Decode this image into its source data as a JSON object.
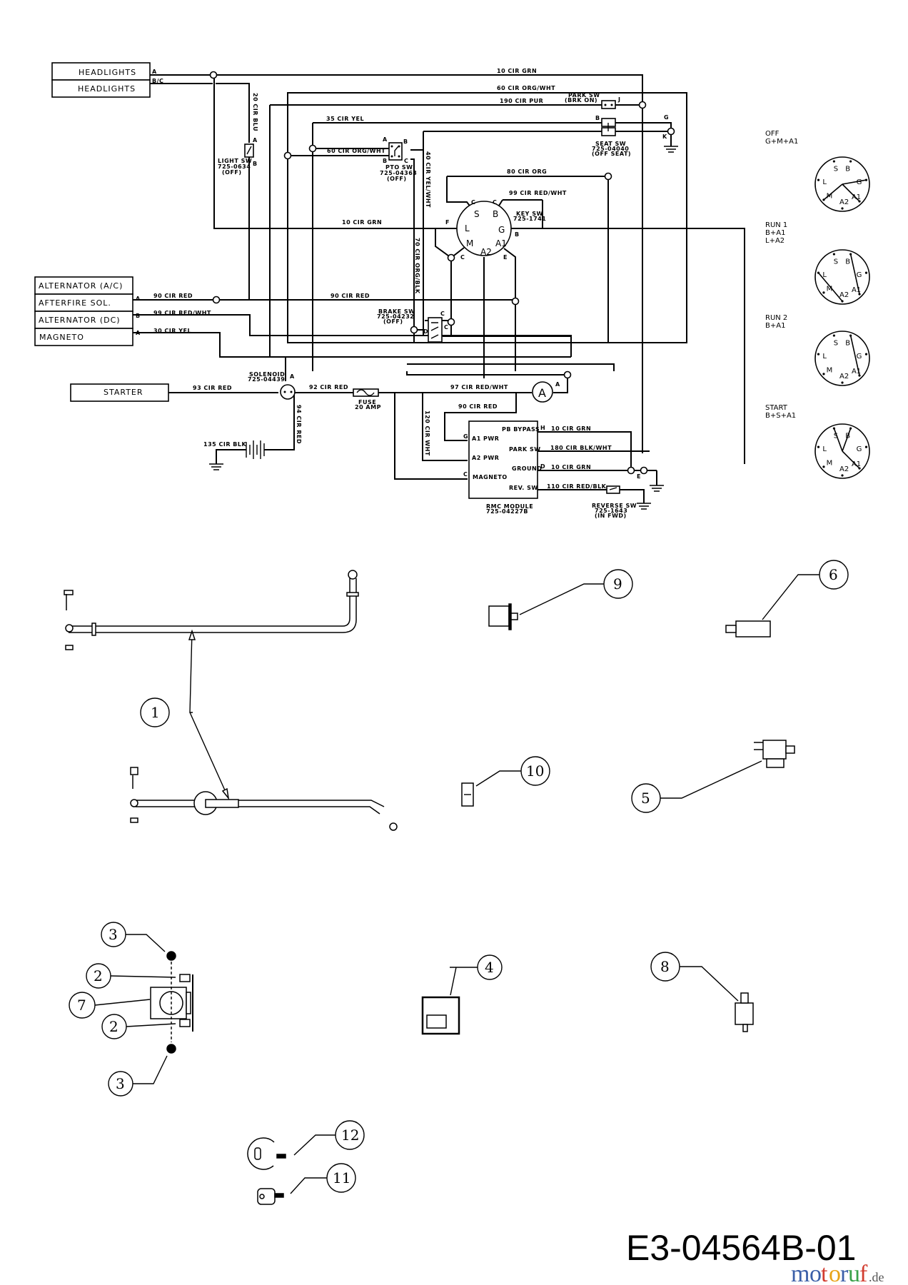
{
  "diagram": {
    "components": {
      "headlights_a": "HEADLIGHTS",
      "headlights_bc": "HEADLIGHTS",
      "alternator_ac": "ALTERNATOR (A/C)",
      "afterfire_sol": "AFTERFIRE SOL.",
      "alternator_dc": "ALTERNATOR (DC)",
      "magneto": "MAGNETO",
      "starter": "STARTER"
    },
    "pins": {
      "hl_a": "A",
      "hl_bc": "B/C",
      "light_a": "A",
      "light_b": "B",
      "pto_a": "A",
      "pto_b_top": "B",
      "pto_b": "B",
      "pto_c": "C",
      "park_j": "J",
      "seat_b": "B",
      "seat_g": "G",
      "seat_k": "K",
      "alt_a": "A",
      "alt_b": "B",
      "mag_a": "A",
      "sol_a": "A",
      "brake_c_top": "C",
      "brake_d": "D",
      "brake_c": "C",
      "key_c1": "C",
      "key_c2": "C",
      "key_f": "F",
      "key_b": "B",
      "key_c3": "C",
      "key_e": "E",
      "ammeter_a": "A",
      "rmc_g": "G",
      "rmc_c": "C",
      "rmc_h": "H",
      "rmc_d": "D",
      "ground_e": "E"
    },
    "wires": {
      "w10_top": "10 CIR GRN",
      "w60_orgwht_top": "60 CIR ORG/WHT",
      "w190_pur": "190 CIR PUR",
      "w35_yel": "35 CIR YEL",
      "w60_orgwht_pto": "60 CIR ORG/WHT",
      "w20_blu": "20 CIR BLU",
      "w40_yelwht": "40 CIR YEL/WHT",
      "w80_org": "80 CIR ORG",
      "w99_redwht_key": "99 CIR RED/WHT",
      "w10_grn_mid": "10 CIR GRN",
      "w70_orgblk": "70 CIR ORG/BLK",
      "w90_red_alt": "90 CIR RED",
      "w90_red_mid": "90 CIR RED",
      "w99_redwht_alt": "99 CIR RED/WHT",
      "w30_yel": "30 CIR YEL",
      "w93_red": "93 CIR RED",
      "w92_red": "92 CIR RED",
      "w94_red": "94 CIR RED",
      "w135_blk": "135 CIR BLK",
      "w97_redwht": "97 CIR RED/WHT",
      "w90_red_rmc": "90 CIR RED",
      "w120_wht": "120 CIR WHT",
      "w10_grn_pb": "10 CIR GRN",
      "w180_blkwht": "180 CIR BLK/WHT",
      "w10_grn_gnd": "10 CIR GRN",
      "w110_redblk": "110 CIR RED/BLK"
    },
    "switches": {
      "light": [
        "LIGHT SW",
        "725-0634",
        "(OFF)"
      ],
      "pto": [
        "PTO SW",
        "725-04363",
        "(OFF)"
      ],
      "park": [
        "PARK SW",
        "(BRK ON)"
      ],
      "seat": [
        "SEAT SW",
        "725-04040",
        "(OFF SEAT)"
      ],
      "key": [
        "KEY SW",
        "725-1741"
      ],
      "brake": [
        "BRAKE SW",
        "725-04232",
        "(OFF)"
      ],
      "solenoid": [
        "SOLENOID",
        "725-04439"
      ],
      "fuse": [
        "FUSE",
        "20 AMP"
      ],
      "reverse": [
        "REVERSE SW",
        "725-1643",
        "(IN FWD)"
      ],
      "rmc": [
        "RMC MODULE",
        "725-04227B"
      ]
    },
    "ammeter_symbol": "A",
    "key_terminals": [
      "S",
      "B",
      "L",
      "G",
      "M",
      "A2",
      "A1"
    ],
    "rmc_module": {
      "left": [
        "A1 PWR",
        "A2 PWR",
        "MAGNETO"
      ],
      "right": [
        "PB BYPASS",
        "PARK SW",
        "GROUND",
        "REV. SW"
      ]
    },
    "key_positions": [
      {
        "name": "OFF",
        "connections": [
          "G+M+A1"
        ]
      },
      {
        "name": "RUN 1",
        "connections": [
          "B+A1",
          "L+A2"
        ]
      },
      {
        "name": "RUN 2",
        "connections": [
          "B+A1"
        ]
      },
      {
        "name": "START",
        "connections": [
          "B+S+A1"
        ]
      }
    ]
  },
  "parts": {
    "callouts": [
      "1",
      "2",
      "2",
      "3",
      "3",
      "4",
      "5",
      "6",
      "7",
      "8",
      "9",
      "10",
      "11",
      "12"
    ]
  },
  "footer": {
    "drawing_number": "E3-04564B-01",
    "brand": {
      "letters": [
        "m",
        "o",
        "t",
        "o",
        "r",
        "u",
        "f"
      ],
      "colors": [
        "#3b5fa8",
        "#3b5fa8",
        "#d23c2f",
        "#e8a317",
        "#3b5fa8",
        "#3aa24a",
        "#d23c2f"
      ],
      "suffix": ".de"
    }
  }
}
